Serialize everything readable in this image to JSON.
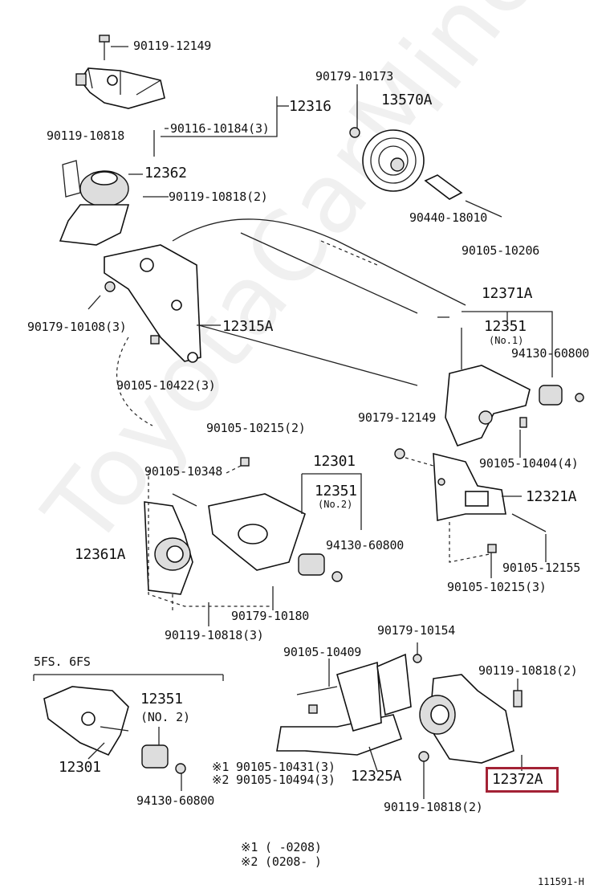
{
  "watermark": "ToyotaCarMine.ru",
  "diagram_id": "111591-H",
  "labels": {
    "p90119_12149": "90119-12149",
    "p12316": "12316",
    "p90119_10818": "90119-10818",
    "p90116_10184": "90116-10184(3)",
    "p12362": "12362",
    "p90119_10818_2": "90119-10818(2)",
    "p90179_10173": "90179-10173",
    "p13570A": "13570A",
    "p90440_18010": "90440-18010",
    "p90105_10206": "90105-10206",
    "p90179_10108": "90179-10108(3)",
    "p12315A": "12315A",
    "p90105_10422": "90105-10422(3)",
    "p12371A": "12371A",
    "p12351_no1": "12351",
    "no1": "(No.1)",
    "p94130_60800_a": "94130-60800",
    "p90179_12149": "90179-12149",
    "p90105_10404": "90105-10404(4)",
    "p90105_10215_2": "90105-10215(2)",
    "p90105_10348": "90105-10348",
    "p12301": "12301",
    "p12351_no2": "12351",
    "no2": "(No.2)",
    "p94130_60800_b": "94130-60800",
    "p12361A": "12361A",
    "p90179_10180": "90179-10180",
    "p90119_10818_3": "90119-10818(3)",
    "p12321A": "12321A",
    "p90105_12155": "90105-12155",
    "p90105_10215_3": "90105-10215(3)",
    "p90179_10154": "90179-10154",
    "p90105_10409": "90105-10409",
    "p90119_10818_2b": "90119-10818(2)",
    "fs_caption": "5FS. 6FS",
    "p12351_inset": "12351",
    "no2_inset": "(NO. 2)",
    "p12301_inset": "12301",
    "p94130_60800_c": "94130-60800",
    "note1_line": "※1 90105-10431(3)",
    "note2_line": "※2 90105-10494(3)",
    "p12325A": "12325A",
    "p90119_10818_2c": "90119-10818(2)",
    "p12372A": "12372A",
    "foot1": "※1 (      -0208)",
    "foot2": "※2 (0208-      )"
  }
}
